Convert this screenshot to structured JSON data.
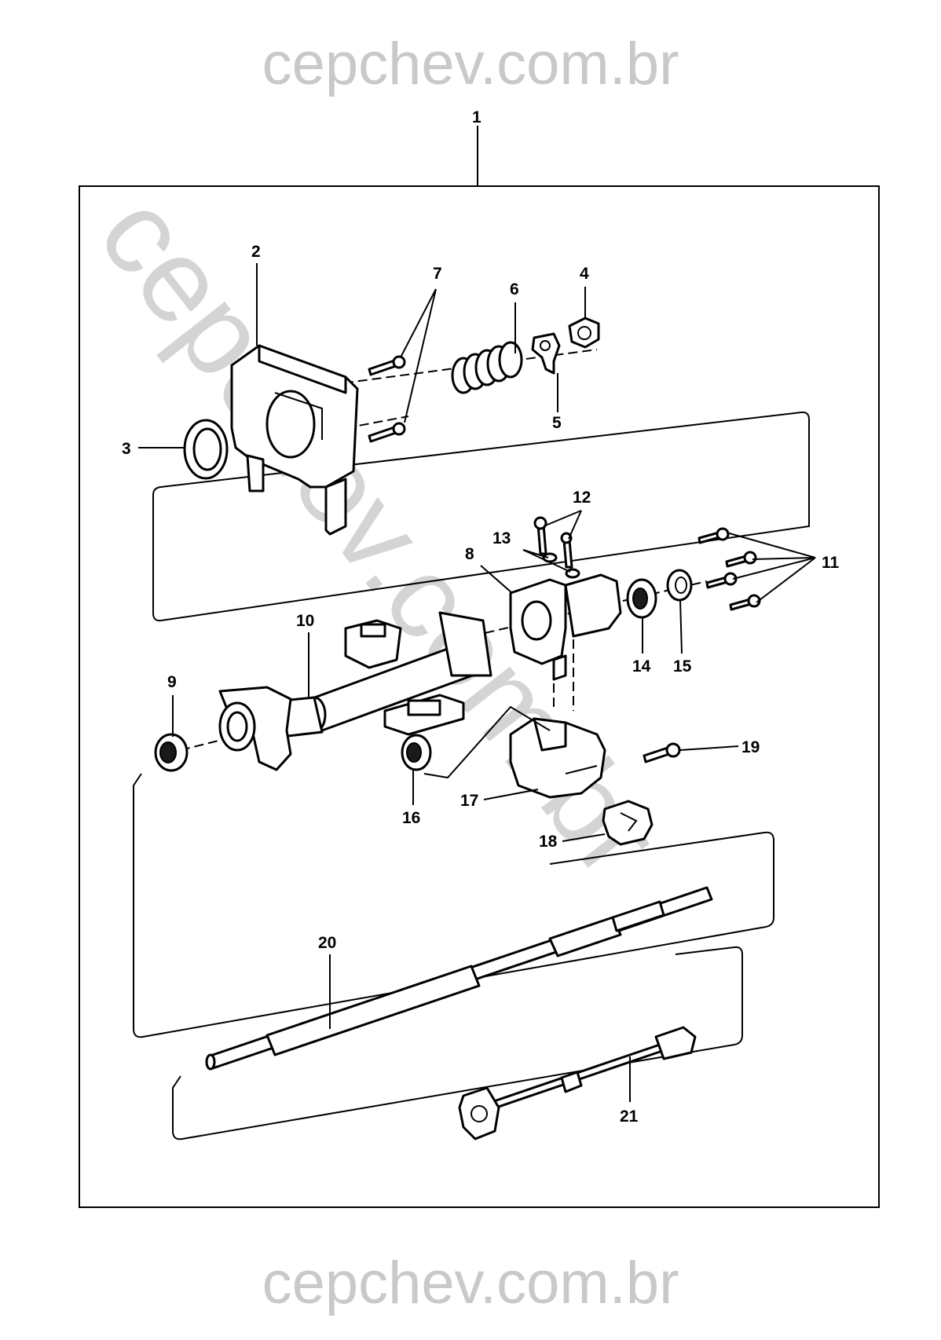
{
  "watermark": {
    "top": "cepchev.com.br",
    "bottom": "cepchev.com.br",
    "diagonal": "cepchev.com.br"
  },
  "callouts": {
    "c1": "1",
    "c2": "2",
    "c3": "3",
    "c4": "4",
    "c5": "5",
    "c6": "6",
    "c7": "7",
    "c8": "8",
    "c9": "9",
    "c10": "10",
    "c11": "11",
    "c12": "12",
    "c13": "13",
    "c14": "14",
    "c15": "15",
    "c16": "16",
    "c17": "17",
    "c18": "18",
    "c19": "19",
    "c20": "20",
    "c21": "21"
  }
}
